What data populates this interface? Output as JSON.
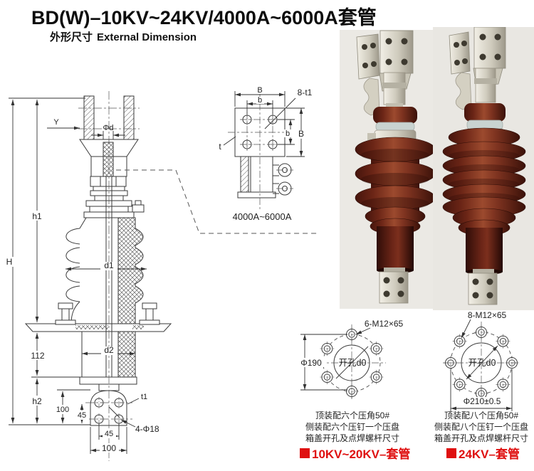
{
  "page": {
    "title": "BD(W)–10KV~24KV/4000A~6000A套管",
    "subtitle_cn": "外形尺寸",
    "subtitle_en": "External Dimension"
  },
  "main_drawing": {
    "dims": {
      "H": "H",
      "h1": "h1",
      "v112": "112",
      "h2": "h2",
      "v100": "100",
      "v45": "45",
      "Y": "Y",
      "phid": "Φd",
      "d1": "d1",
      "d2": "d2",
      "t1": "t1",
      "holes": "4-Φ18",
      "h45": "45",
      "h100": "100"
    }
  },
  "detail_drawing": {
    "B_top": "B",
    "b_top": "b",
    "bolt": "8-t1",
    "t": "t",
    "b_right": "b",
    "B_right": "B",
    "caption": "4000A~6000A"
  },
  "flange_left": {
    "bolt_label": "6-M12×65",
    "diameter": "Φ190",
    "hole_label": "开孔d0",
    "caption_lines": [
      "顶装配六个压角50#",
      "侧装配六个压钉一个压盘",
      "箱盖开孔及点焊螺杆尺寸"
    ],
    "tag": "10KV~20KV–套管"
  },
  "flange_right": {
    "bolt_label": "8-M12×65",
    "diameter": "Φ210±0.5",
    "hole_label": "开孔d0",
    "caption_lines": [
      "顶装配八个压角50#",
      "侧装配八个压钉一个压盘",
      "箱盖开孔及点焊螺杆尺寸"
    ],
    "tag": "24KV–套管"
  },
  "colors": {
    "accent_red": "#df1010",
    "line": "#3a3a3a",
    "ceramic_dark": "#461509",
    "ceramic_light": "#9c4a2e",
    "metal": "#d9d5c9",
    "photo_bg": "#eae8e3"
  }
}
